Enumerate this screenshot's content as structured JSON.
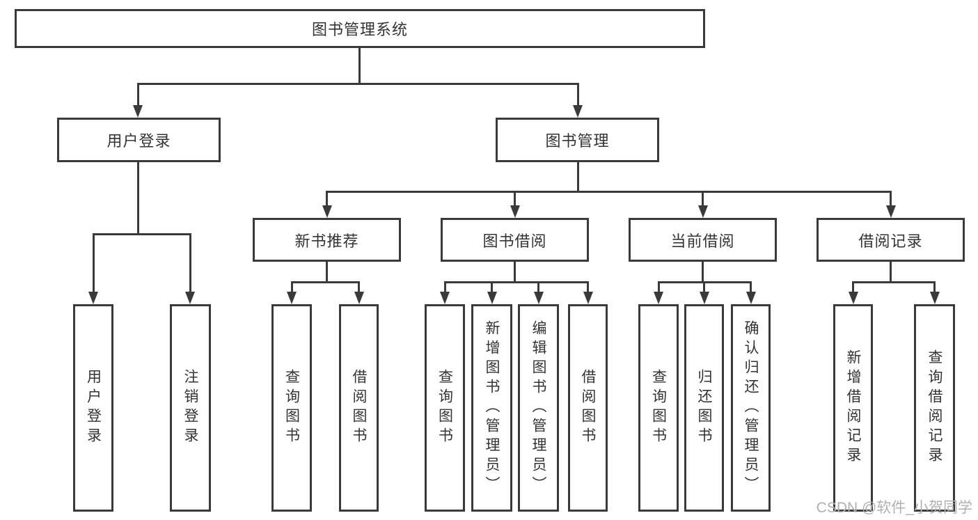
{
  "diagram": {
    "title": "图书管理系统",
    "level2": [
      {
        "label": "用户登录",
        "children": [
          {
            "label": "用户登录"
          },
          {
            "label": "注销登录"
          }
        ]
      },
      {
        "label": "图书管理",
        "children": [
          {
            "label": "新书推荐",
            "children": [
              {
                "label": "查询图书"
              },
              {
                "label": "借阅图书"
              }
            ]
          },
          {
            "label": "图书借阅",
            "children": [
              {
                "label": "查询图书"
              },
              {
                "label": "新增图书（管理员）"
              },
              {
                "label": "编辑图书（管理员）"
              },
              {
                "label": "借阅图书"
              }
            ]
          },
          {
            "label": "当前借阅",
            "children": [
              {
                "label": "查询图书"
              },
              {
                "label": "归还图书"
              },
              {
                "label": "确认归还（管理员）"
              }
            ]
          },
          {
            "label": "借阅记录",
            "children": [
              {
                "label": "新增借阅记录"
              },
              {
                "label": "查询借阅记录"
              }
            ]
          }
        ]
      }
    ]
  },
  "watermark": {
    "text": "CSDN @软件_小贺同学"
  },
  "colors": {
    "line": "#3a3a3a",
    "text": "#333333",
    "watermark": "#b0b0b0",
    "background": "#ffffff"
  }
}
